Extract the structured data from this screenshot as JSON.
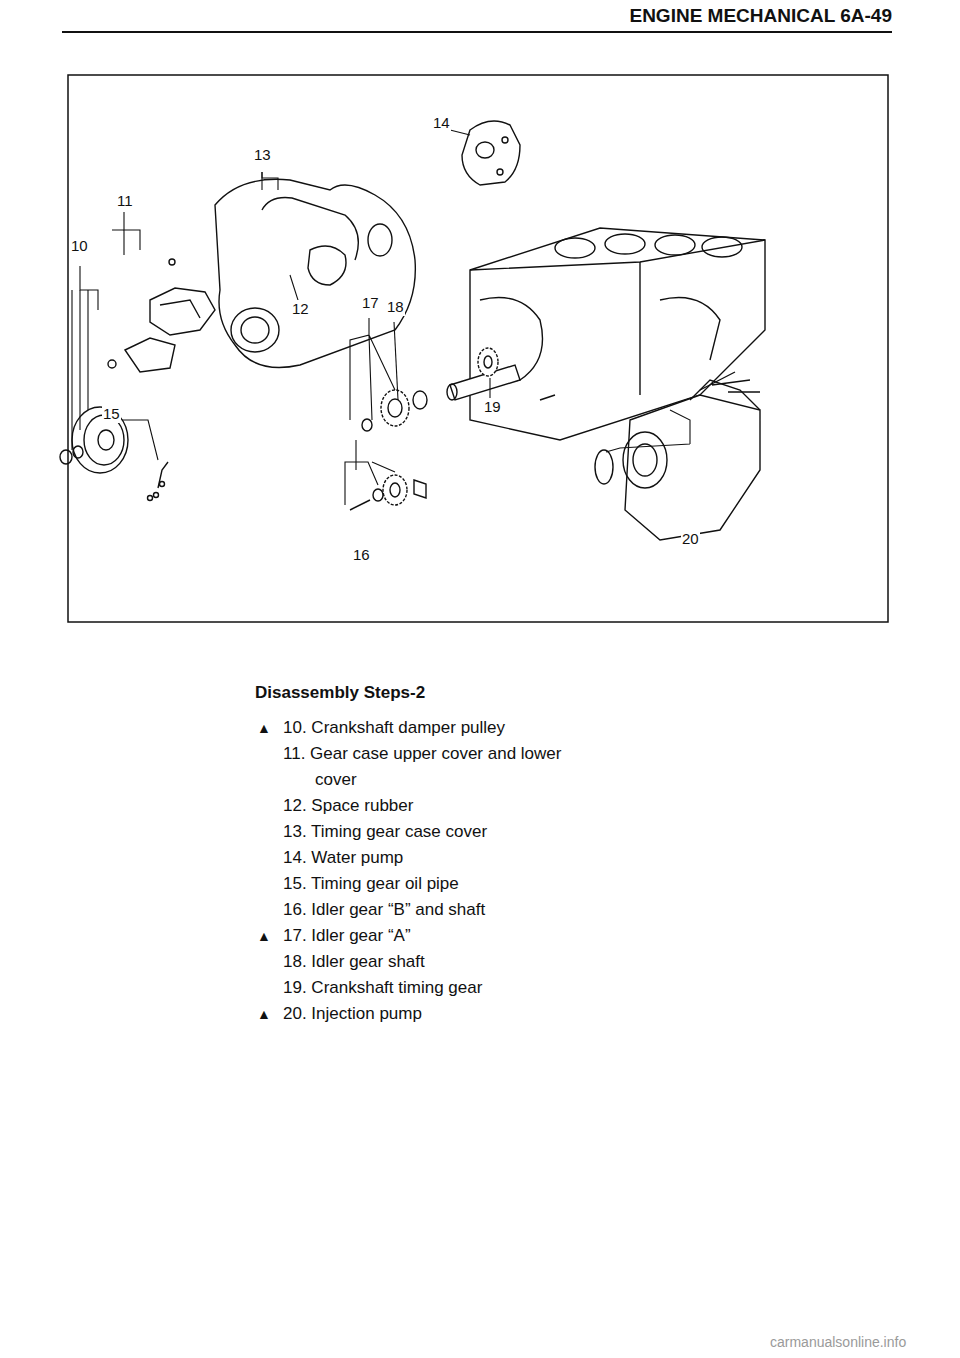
{
  "diagram": {
    "labels": [
      "ENGINE MECHANICAL 6A-49",
      "14",
      "13",
      "11",
      "10",
      "12",
      "17",
      "18",
      "19",
      "15",
      "16",
      "20",
      "Disassembly Steps-2",
      "▲",
      "10. Crankshaft damper pulley",
      "11. Gear case upper cover and lower cover",
      "12. Space rubber",
      "13. Timing gear case cover",
      "14. Water pump",
      "15. Timing gear oil pipe",
      "16. Idler gear “B” and shaft",
      "▲",
      "17. Idler gear “A”",
      "18. Idler gear shaft",
      "19. Crankshaft timing gear",
      "▲",
      "20. Injection pump",
      "carmanualsonline.info"
    ]
  }
}
